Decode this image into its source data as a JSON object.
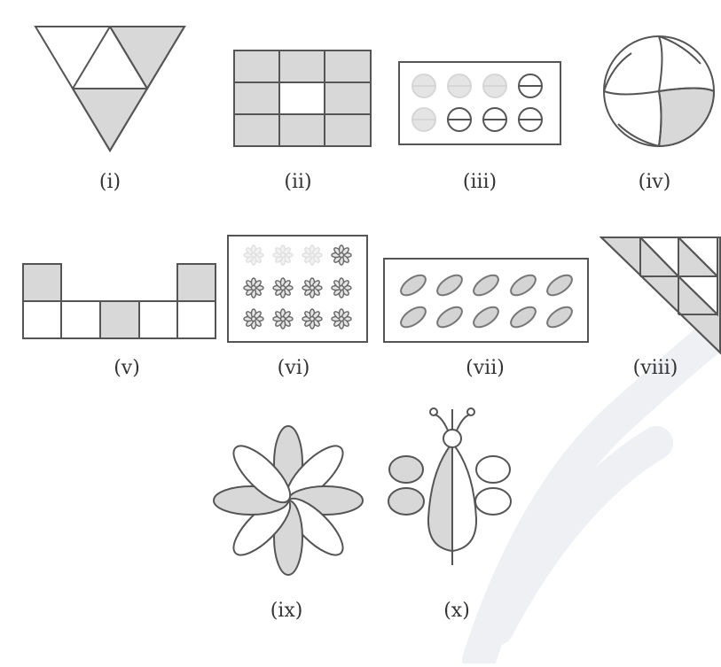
{
  "figures": [
    {
      "id": "i",
      "label": "(i)",
      "shape": "triangle-divided-4"
    },
    {
      "id": "ii",
      "label": "(ii)",
      "shape": "rectangle-grid-3x3"
    },
    {
      "id": "iii",
      "label": "(iii)",
      "shape": "circles-8-in-box"
    },
    {
      "id": "iv",
      "label": "(iv)",
      "shape": "circle-pinwheel-4"
    },
    {
      "id": "v",
      "label": "(v)",
      "shape": "squares-u-shape"
    },
    {
      "id": "vi",
      "label": "(vi)",
      "shape": "flowers-12-in-box"
    },
    {
      "id": "vii",
      "label": "(vii)",
      "shape": "ovals-10-in-box"
    },
    {
      "id": "viii",
      "label": "(viii)",
      "shape": "triangle-grid"
    },
    {
      "id": "ix",
      "label": "(ix)",
      "shape": "flower-8-petals"
    },
    {
      "id": "x",
      "label": "(x)",
      "shape": "butterfly"
    }
  ],
  "colors": {
    "shade": "#d8d8d8",
    "stroke": "#555555",
    "faded": "#e0e0e0"
  }
}
